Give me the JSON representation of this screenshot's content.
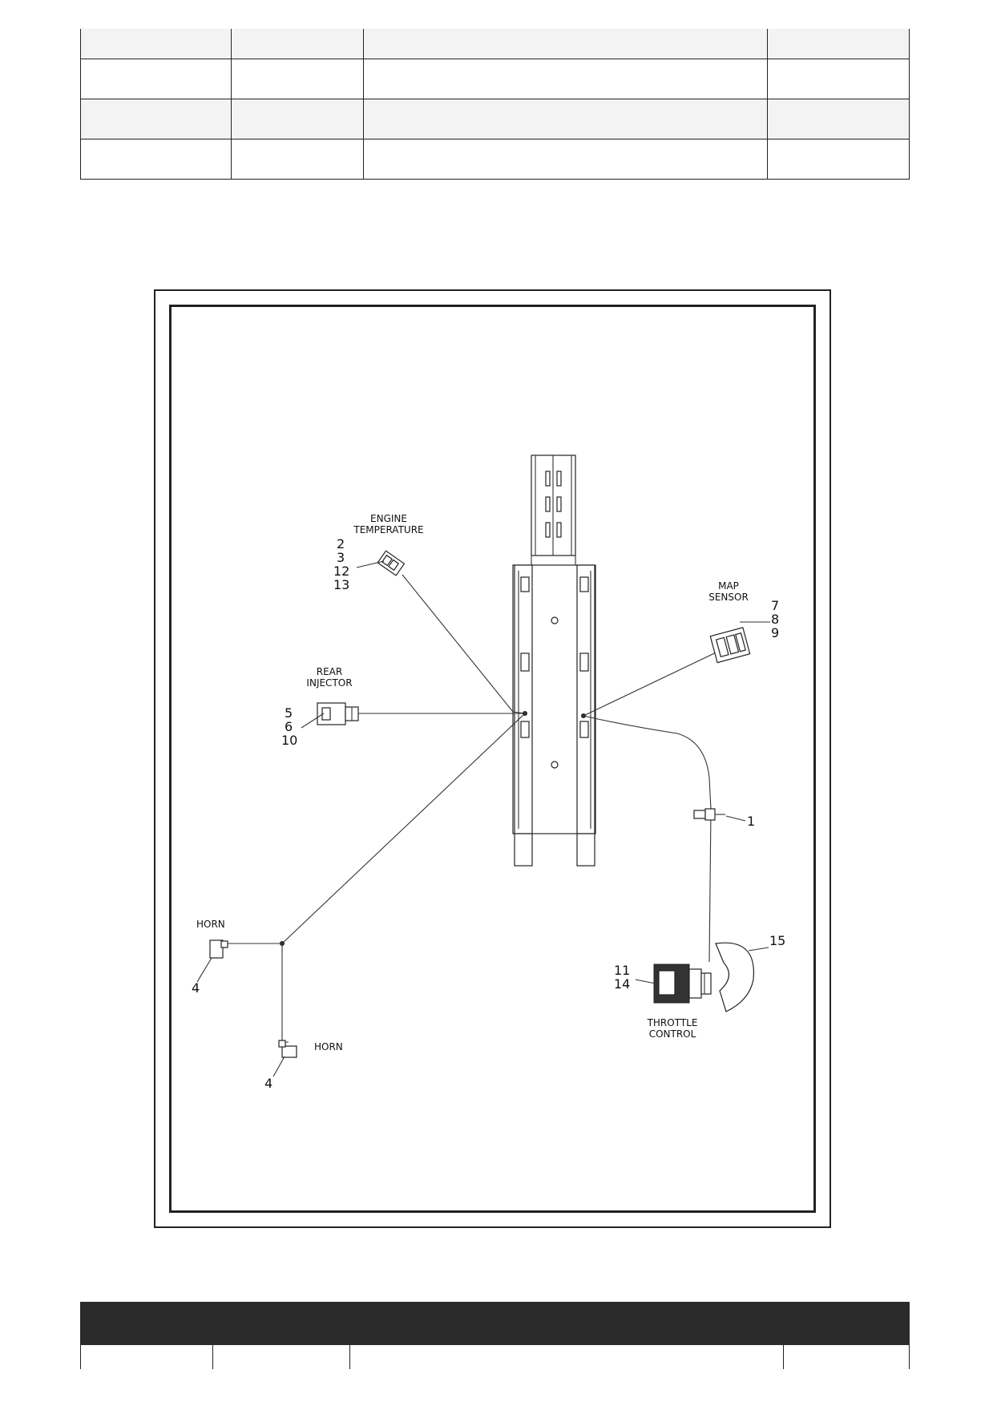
{
  "figure": {
    "labels": {
      "engine_temperature": [
        "ENGINE",
        "TEMPERATURE"
      ],
      "map_sensor": [
        "MAP",
        "SENSOR"
      ],
      "rear_injector": [
        "REAR",
        "INJECTOR"
      ],
      "throttle_control": [
        "THROTTLE",
        "CONTROL"
      ],
      "horn_upper": "HORN",
      "horn_lower": "HORN"
    },
    "callouts": {
      "engine_temperature": [
        "2",
        "3",
        "12",
        "13"
      ],
      "map_sensor": [
        "7",
        "8",
        "9"
      ],
      "rear_injector": [
        "5",
        "6",
        "10"
      ],
      "throttle_control": [
        "11",
        "14"
      ],
      "clip": "1",
      "cover": "15",
      "horn_upper": "4",
      "horn_lower": "4"
    }
  }
}
